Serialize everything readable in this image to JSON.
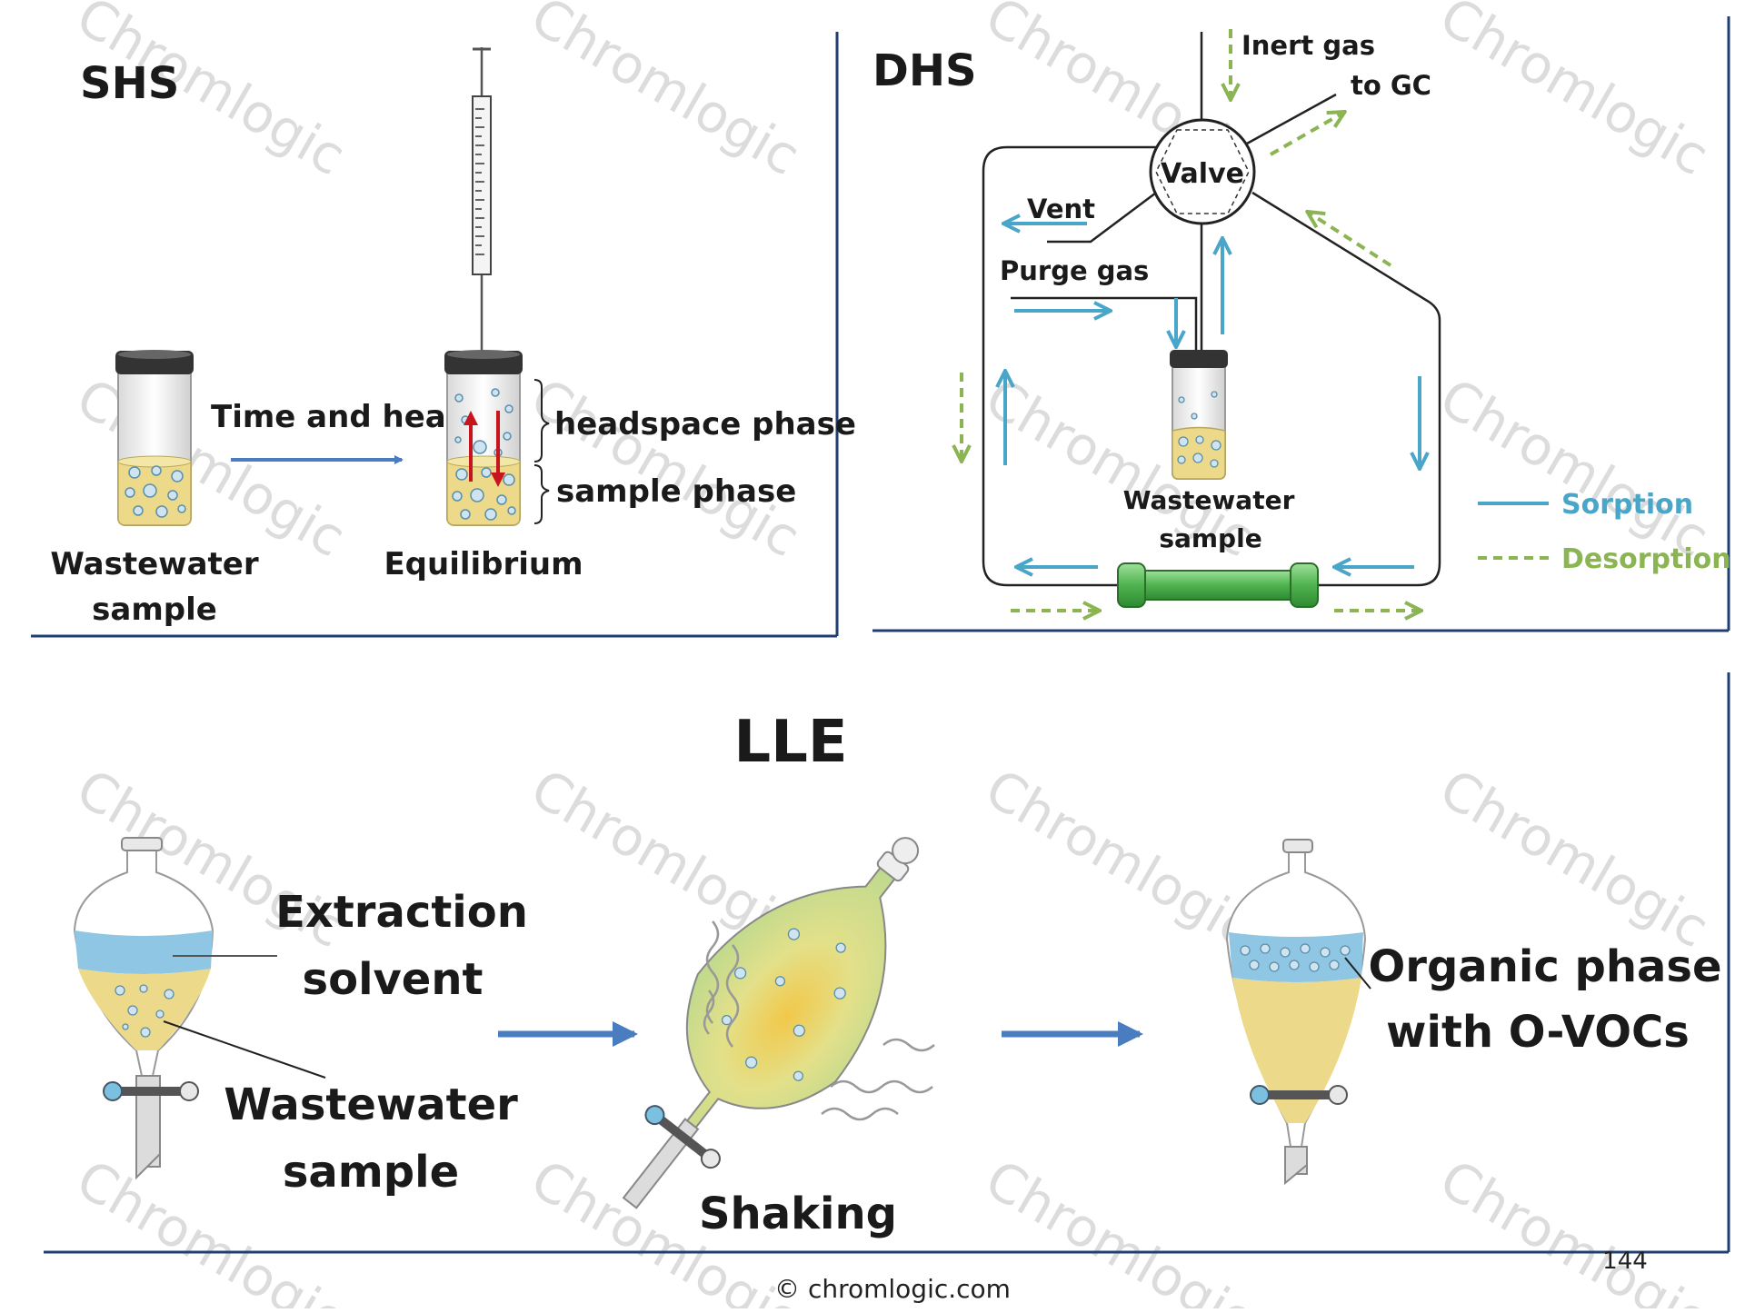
{
  "watermark": "Chromlogic",
  "shs": {
    "title": "SHS",
    "arrow_label": "Time and heat",
    "sample_label": [
      "Wastewater",
      "sample"
    ],
    "equilibrium_label": "Equilibrium",
    "headspace_label": "headspace phase",
    "sample_phase_label": "sample phase"
  },
  "dhs": {
    "title": "DHS",
    "inert_gas": "Inert gas",
    "to_gc": "to GC",
    "valve": "Valve",
    "vent": "Vent",
    "purge_gas": "Purge gas",
    "sample_label": [
      "Wastewater",
      "sample"
    ],
    "legend": {
      "sorption": "Sorption",
      "desorption": "Desorption"
    }
  },
  "lle": {
    "title": "LLE",
    "extraction_solvent": [
      "Extraction",
      "solvent"
    ],
    "wastewater_sample": [
      "Wastewater",
      "sample"
    ],
    "shaking": "Shaking",
    "organic_phase": [
      "Organic phase",
      "with O-VOCs"
    ]
  },
  "footer": {
    "copyright": "© chromlogic.com",
    "page_number": "144"
  },
  "colors": {
    "frame_blue": "#1f3f73",
    "flow_arrow_blue": "#4a7cc0",
    "sorption_blue": "#4aa6c8",
    "desorption_green": "#8ab552",
    "sample_yellow": "#ecd98a",
    "solvent_blue": "#8fc6e3",
    "trap_green": "#58b95a",
    "red_arrow": "#c8141c"
  }
}
